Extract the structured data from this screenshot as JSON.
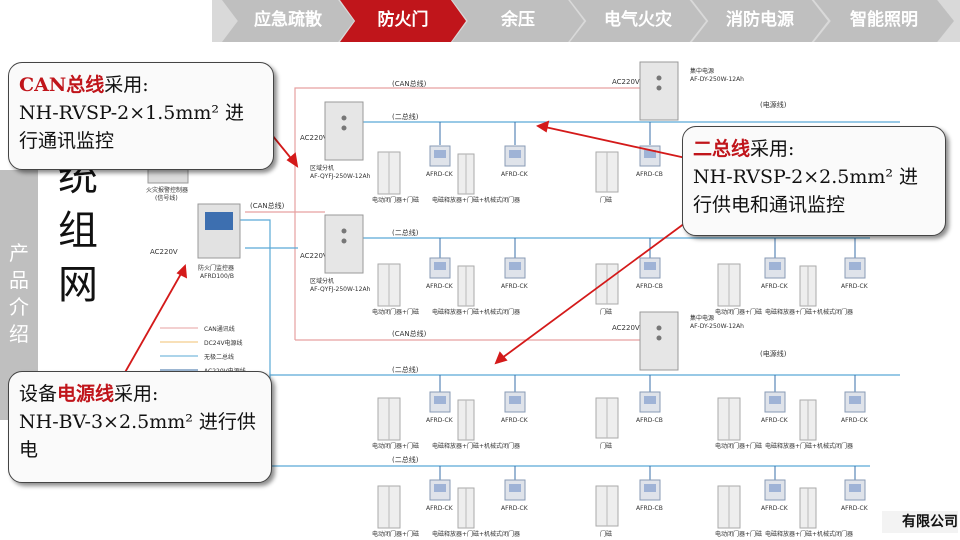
{
  "tabs": [
    {
      "label": "应急疏散",
      "active": false
    },
    {
      "label": "防火门",
      "active": true
    },
    {
      "label": "余压",
      "active": false
    },
    {
      "label": "电气火灾",
      "active": false
    },
    {
      "label": "消防电源",
      "active": false
    },
    {
      "label": "智能照明",
      "active": false
    }
  ],
  "side_label": "产品介绍",
  "side_title": "统组网",
  "callouts": {
    "can": {
      "highlight": "CAN总线",
      "suffix": "采用:",
      "body": "NH-RVSP-2×1.5mm² 进行通讯监控"
    },
    "two_bus": {
      "highlight": "二总线",
      "suffix": "采用:",
      "body": "NH-RVSP-2×2.5mm² 进行供电和通讯监控"
    },
    "power": {
      "prefix": "设备",
      "highlight": "电源线",
      "suffix": "采用:",
      "body": "NH-BV-3×2.5mm² 进行供电"
    }
  },
  "diagram": {
    "can_bus": "(CAN总线)",
    "two_bus": "(二总线)",
    "power_line": "(电源线)",
    "ac220": "AC220V",
    "central_power_1": {
      "title": "集中电源",
      "model": "AF-DY-250W-12Ah"
    },
    "central_power_2": {
      "title": "集中电源",
      "model": "AF-DY-250W-12Ah"
    },
    "zone_1": {
      "title": "区域分机",
      "model": "AF-QYFJ-250W-12Ah"
    },
    "zone_2": {
      "title": "区域分机",
      "model": "AF-QYFJ-250W-12Ah"
    },
    "monitor": {
      "title": "防火门监控器",
      "model": "AFRD100/B"
    },
    "fire_ctrl": {
      "title": "火灾报警控制器",
      "sub": "(信号线)"
    },
    "ck": "AFRD-CK",
    "cb": "AFRD-CB",
    "door_labels": {
      "electric_closer": "电动闭门器+门磁",
      "magnet_release": "电磁释放器+门磁+机械式闭门器",
      "door_magnet": "门磁"
    },
    "legend": [
      "CAN通讯线",
      "DC24V电源线",
      "无极二总线",
      "AC220V电源线"
    ]
  },
  "company_fragment": "有限公司",
  "colors": {
    "accent": "#c0151b",
    "tab_grey": "#bfbfbf",
    "bus_blue": "#5aa9d6",
    "can_pink": "#e7a0a0"
  }
}
